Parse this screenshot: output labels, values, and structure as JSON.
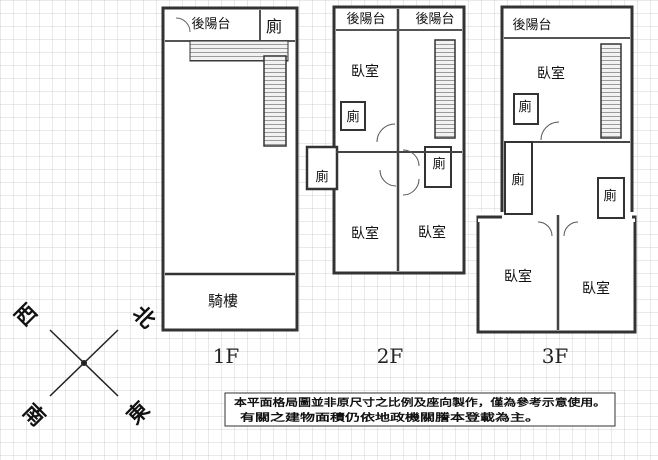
{
  "floors": [
    {
      "label": "1F",
      "rooms": {
        "rear_balcony": "後陽台",
        "toilet": "廁",
        "arcade": "騎樓"
      }
    },
    {
      "label": "2F",
      "rooms": {
        "rear_balcony_left": "後陽台",
        "rear_balcony_right": "後陽台",
        "bedroom_upper": "臥室",
        "toilet_upper": "廁",
        "toilet_left": "廁",
        "toilet_right": "廁",
        "bedroom_lower_left": "臥室",
        "bedroom_lower_right": "臥室"
      }
    },
    {
      "label": "3F",
      "rooms": {
        "rear_balcony": "後陽台",
        "bedroom_upper": "臥室",
        "toilet_upper": "廁",
        "toilet_mid": "廁",
        "toilet_right": "廁",
        "bedroom_lower_left": "臥室",
        "bedroom_lower_right": "臥室"
      }
    }
  ],
  "compass": {
    "west": "西",
    "north": "北",
    "south": "南",
    "east": "東"
  },
  "disclaimer": {
    "line1": "本平面格局圖並非原尺寸之比例及座向製作，僅為參考示意使用。",
    "line2": "有關之建物面積仍依地政機關謄本登載為主。"
  }
}
